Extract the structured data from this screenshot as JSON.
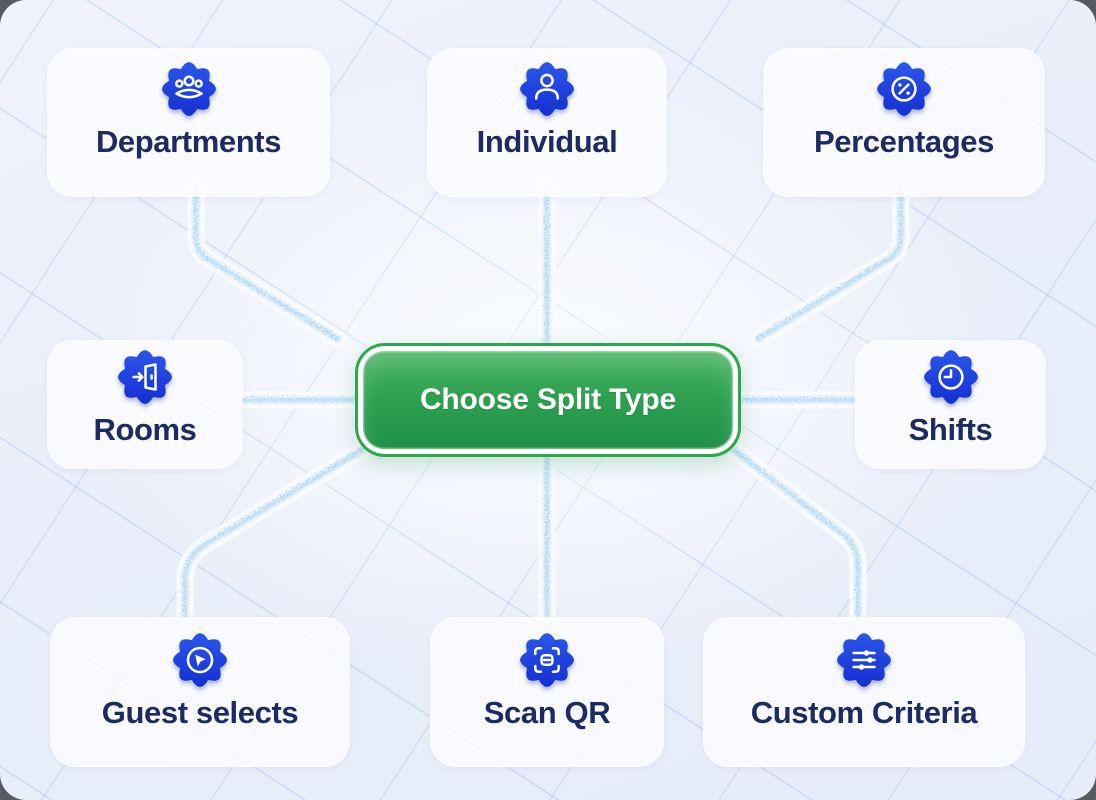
{
  "center_button": {
    "label": "Choose Split Type"
  },
  "nodes": [
    {
      "id": "departments",
      "label": "Departments",
      "icon": "team-icon"
    },
    {
      "id": "individual",
      "label": "Individual",
      "icon": "person-icon"
    },
    {
      "id": "percentages",
      "label": "Percentages",
      "icon": "percent-badge-icon"
    },
    {
      "id": "rooms",
      "label": "Rooms",
      "icon": "door-enter-icon"
    },
    {
      "id": "shifts",
      "label": "Shifts",
      "icon": "clock-icon"
    },
    {
      "id": "guest_selects",
      "label": "Guest selects",
      "icon": "cursor-pointer-icon"
    },
    {
      "id": "scan_qr",
      "label": "Scan QR",
      "icon": "qr-scan-icon"
    },
    {
      "id": "custom_criteria",
      "label": "Custom Criteria",
      "icon": "sliders-icon"
    }
  ],
  "colors": {
    "accent_blue": "#1e45e4",
    "accent_blue_dark": "#132fd0",
    "text_navy": "#1d2a63",
    "button_green": "#2aa84b",
    "line_blue": "#a6d2ef",
    "card_bg": "#fafcff"
  }
}
